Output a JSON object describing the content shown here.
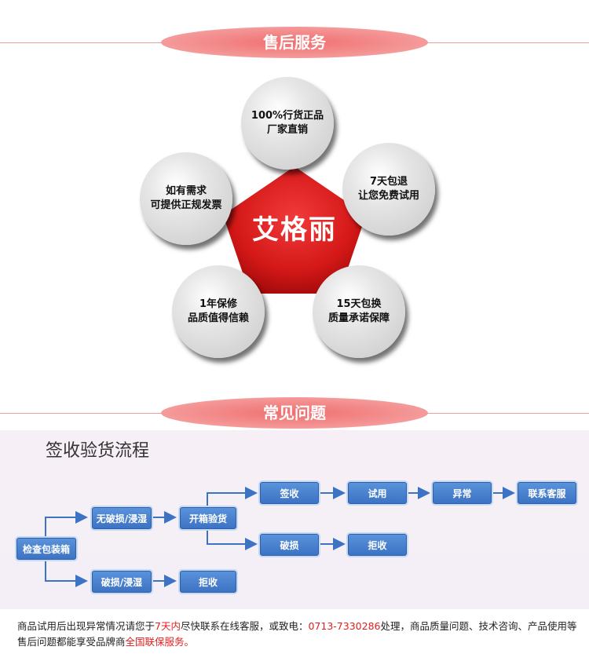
{
  "sections": {
    "after_sales": "售后服务",
    "faq": "常见问题"
  },
  "brand": "艾格丽",
  "services": [
    {
      "line1": "100%行货正品",
      "line2": "厂家直销"
    },
    {
      "line1": "7天包退",
      "line2": "让您免费试用"
    },
    {
      "line1": "15天包换",
      "line2": "质量承诺保障"
    },
    {
      "line1": "1年保修",
      "line2": "品质值得信赖"
    },
    {
      "line1": "如有需求",
      "line2": "可提供正规发票"
    }
  ],
  "flow": {
    "title": "签收验货流程",
    "nodes": {
      "inspect": "检查包装箱",
      "intact": "无破损/浸湿",
      "damaged_wet": "破损/浸湿",
      "open": "开箱验货",
      "reject1": "拒收",
      "sign": "签收",
      "trial": "试用",
      "abnormal": "异常",
      "contact": "联系客服",
      "broken": "破损",
      "reject2": "拒收"
    }
  },
  "footer": {
    "t1": "商品试用后出现异常情况请您于",
    "t2": "7天内",
    "t3": "尽快联系在线客服，或致电：",
    "t4": "0713-7330286",
    "t5": "处理，商品质量问题、技术咨询、产品使用等售后问题都能享受品牌商",
    "t6": "全国联保服务。"
  },
  "colors": {
    "pill": "#ef6f6f",
    "pentagon": "#d81e1e",
    "flow_box": "#4a82d0",
    "highlight": "#e02020"
  }
}
